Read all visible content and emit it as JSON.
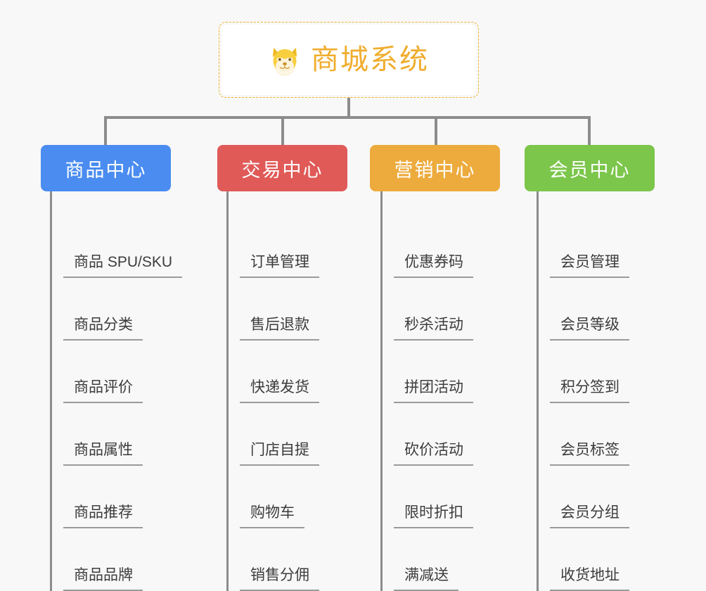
{
  "root": {
    "title": "商城系统",
    "icon": "shiba-dog-icon",
    "border_color": "#f0b429",
    "text_color": "#f0ad2e",
    "card_background": "#ffffff"
  },
  "page": {
    "background": "#f8f8f8",
    "connector_color": "#8c8c8c",
    "leaf_text_color": "#3c3c3c",
    "leaf_underline_color": "#9a9a9a"
  },
  "columns": [
    {
      "id": "product-center",
      "label": "商品中心",
      "color": "#4a8cf0",
      "items": [
        "商品 SPU/SKU",
        "商品分类",
        "商品评价",
        "商品属性",
        "商品推荐",
        "商品品牌"
      ]
    },
    {
      "id": "trade-center",
      "label": "交易中心",
      "color": "#e05a58",
      "items": [
        "订单管理",
        "售后退款",
        "快递发货",
        "门店自提",
        "购物车",
        "销售分佣"
      ]
    },
    {
      "id": "marketing-center",
      "label": "营销中心",
      "color": "#edab3d",
      "items": [
        "优惠券码",
        "秒杀活动",
        "拼团活动",
        "砍价活动",
        "限时折扣",
        "满减送"
      ]
    },
    {
      "id": "member-center",
      "label": "会员中心",
      "color": "#7cc64b",
      "items": [
        "会员管理",
        "会员等级",
        "积分签到",
        "会员标签",
        "会员分组",
        "收货地址"
      ]
    }
  ]
}
